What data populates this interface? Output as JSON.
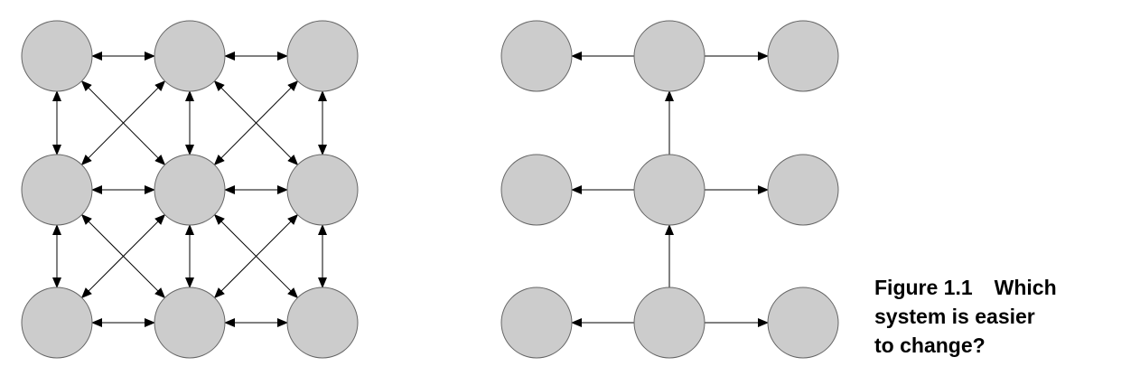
{
  "caption": {
    "label": "Figure 1.1",
    "lines": [
      "Which",
      "system is easier",
      "to change?"
    ]
  },
  "diagrams": [
    {
      "id": "mesh",
      "grid": [
        3,
        3
      ],
      "edges": [
        {
          "from": [
            0,
            0
          ],
          "to": [
            0,
            1
          ],
          "dir": "both"
        },
        {
          "from": [
            0,
            1
          ],
          "to": [
            0,
            2
          ],
          "dir": "both"
        },
        {
          "from": [
            1,
            0
          ],
          "to": [
            1,
            1
          ],
          "dir": "both"
        },
        {
          "from": [
            1,
            1
          ],
          "to": [
            1,
            2
          ],
          "dir": "both"
        },
        {
          "from": [
            2,
            0
          ],
          "to": [
            2,
            1
          ],
          "dir": "both"
        },
        {
          "from": [
            2,
            1
          ],
          "to": [
            2,
            2
          ],
          "dir": "both"
        },
        {
          "from": [
            0,
            0
          ],
          "to": [
            1,
            0
          ],
          "dir": "both"
        },
        {
          "from": [
            1,
            0
          ],
          "to": [
            2,
            0
          ],
          "dir": "both"
        },
        {
          "from": [
            0,
            1
          ],
          "to": [
            1,
            1
          ],
          "dir": "both"
        },
        {
          "from": [
            1,
            1
          ],
          "to": [
            2,
            1
          ],
          "dir": "both"
        },
        {
          "from": [
            0,
            2
          ],
          "to": [
            1,
            2
          ],
          "dir": "both"
        },
        {
          "from": [
            1,
            2
          ],
          "to": [
            2,
            2
          ],
          "dir": "both"
        },
        {
          "from": [
            0,
            0
          ],
          "to": [
            1,
            1
          ],
          "dir": "both"
        },
        {
          "from": [
            0,
            1
          ],
          "to": [
            1,
            0
          ],
          "dir": "both"
        },
        {
          "from": [
            0,
            1
          ],
          "to": [
            1,
            2
          ],
          "dir": "both"
        },
        {
          "from": [
            0,
            2
          ],
          "to": [
            1,
            1
          ],
          "dir": "both"
        },
        {
          "from": [
            1,
            0
          ],
          "to": [
            2,
            1
          ],
          "dir": "both"
        },
        {
          "from": [
            1,
            1
          ],
          "to": [
            2,
            0
          ],
          "dir": "both"
        },
        {
          "from": [
            1,
            1
          ],
          "to": [
            2,
            2
          ],
          "dir": "both"
        },
        {
          "from": [
            1,
            2
          ],
          "to": [
            2,
            1
          ],
          "dir": "both"
        }
      ]
    },
    {
      "id": "tree",
      "grid": [
        3,
        3
      ],
      "edges": [
        {
          "from": [
            0,
            1
          ],
          "to": [
            0,
            0
          ],
          "dir": "forward"
        },
        {
          "from": [
            0,
            1
          ],
          "to": [
            0,
            2
          ],
          "dir": "forward"
        },
        {
          "from": [
            1,
            1
          ],
          "to": [
            1,
            0
          ],
          "dir": "forward"
        },
        {
          "from": [
            1,
            1
          ],
          "to": [
            1,
            2
          ],
          "dir": "forward"
        },
        {
          "from": [
            2,
            1
          ],
          "to": [
            2,
            0
          ],
          "dir": "forward"
        },
        {
          "from": [
            2,
            1
          ],
          "to": [
            2,
            2
          ],
          "dir": "forward"
        },
        {
          "from": [
            1,
            1
          ],
          "to": [
            0,
            1
          ],
          "dir": "forward"
        },
        {
          "from": [
            2,
            1
          ],
          "to": [
            1,
            1
          ],
          "dir": "forward"
        }
      ]
    }
  ]
}
